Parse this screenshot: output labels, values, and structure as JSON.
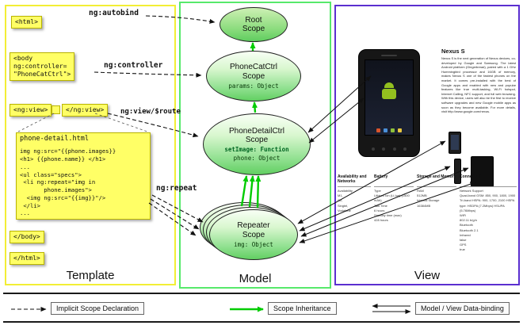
{
  "columns": {
    "template_label": "Template",
    "model_label": "Model",
    "view_label": "View"
  },
  "template": {
    "html_open": "<html>",
    "autobind_label": "ng:autobind",
    "body_open": [
      "<body",
      "ng:controller=",
      "\"PhoneCatCtrl\">"
    ],
    "controller_label": "ng:controller",
    "ng_view_open": "<ng:view>",
    "ng_view_close": "</ng:view>",
    "view_route_label": "ng:view/$route",
    "code_title": "phone-detail.html",
    "code_lines": [
      "img ng:src=\"{{phone.images}}",
      "<h1> {{phone.name}} </h1>",
      "...",
      "<ul class=\"specs\">",
      " <li ng:repeat=\"img in",
      "       phone.images\">",
      "  <img ng:src=\"{{img}}\"/>",
      " </li>",
      "..."
    ],
    "repeat_label": "ng:repeat",
    "body_close": "</body>",
    "html_close": "</html>"
  },
  "model": {
    "root_scope_title": [
      "Root",
      "Scope"
    ],
    "phonecat_title": [
      "PhoneCatCtrl",
      "Scope"
    ],
    "phonecat_prop": "params: Object",
    "phonedetail_title": [
      "PhoneDetailCtrl",
      "Scope"
    ],
    "phonedetail_prop_bold": "setImage: Function",
    "phonedetail_prop": "phone: Object",
    "repeater_title": [
      "Repeater",
      "Scope"
    ],
    "repeater_prop": "img: Object"
  },
  "view": {
    "phone_name": "Nexus S",
    "phone_description": "Nexus S is the next generation of Nexus devices, co-developed by Google and Samsung. The latest Android platform (Gingerbread), paired with a 1 GHz Hummingbird processor and 16GB of memory, makes Nexus S one of the fastest phones on the market. It comes pre-installed with the best of Google apps and enabled with new and popular features like true multi-tasking, Wi-Fi hotspot, Internet Calling, NFC support, and full web browsing. With this device, users will also be the first to receive software upgrades and new Google mobile apps as soon as they become available. For more details, visit http://www.google.com/nexus.",
    "specs": {
      "availability_header": "Availability and Networks",
      "availability_rows": [
        "Availability",
        "M1,",
        "O2,",
        "Singtel,",
        "Vodafone"
      ],
      "battery_header": "Battery",
      "battery_rows": [
        "Type",
        "Lithium Ion (Li-Ion) (1500 mAh)",
        "Talk Time",
        "6 hours",
        "Standby time (max)",
        "428 hours"
      ],
      "storage_header": "Storage and Memory",
      "storage_rows": [
        "RAM",
        "512MB",
        "Internal Storage",
        "16384MB"
      ],
      "connectivity_header": "Connectivity",
      "connectivity_rows": [
        "Network Support",
        "Quad-band GSM: 850, 900, 1800, 1900  Tri-band HSPA: 900, 1700, 2100  HSPA type: HSDPA (7.2Mbps) HSUPA (5.76Mbps)",
        "WiFi",
        "802.11 b/g/n",
        "Bluetooth",
        "Bluetooth 2.1",
        "Infrared",
        "false",
        "GPS",
        "true"
      ]
    }
  },
  "legend": {
    "implicit": "Implicit Scope Declaration",
    "inheritance": "Scope Inheritance",
    "databinding": "Model / View Data-binding"
  },
  "colors": {
    "template_border": "#f2ee35",
    "model_border": "#57e96b",
    "view_border": "#5b2fd0",
    "code_box_bg": "#ffff66",
    "scope_fill_green": "#8fe08f",
    "inheritance_arrow": "#00cc00"
  }
}
